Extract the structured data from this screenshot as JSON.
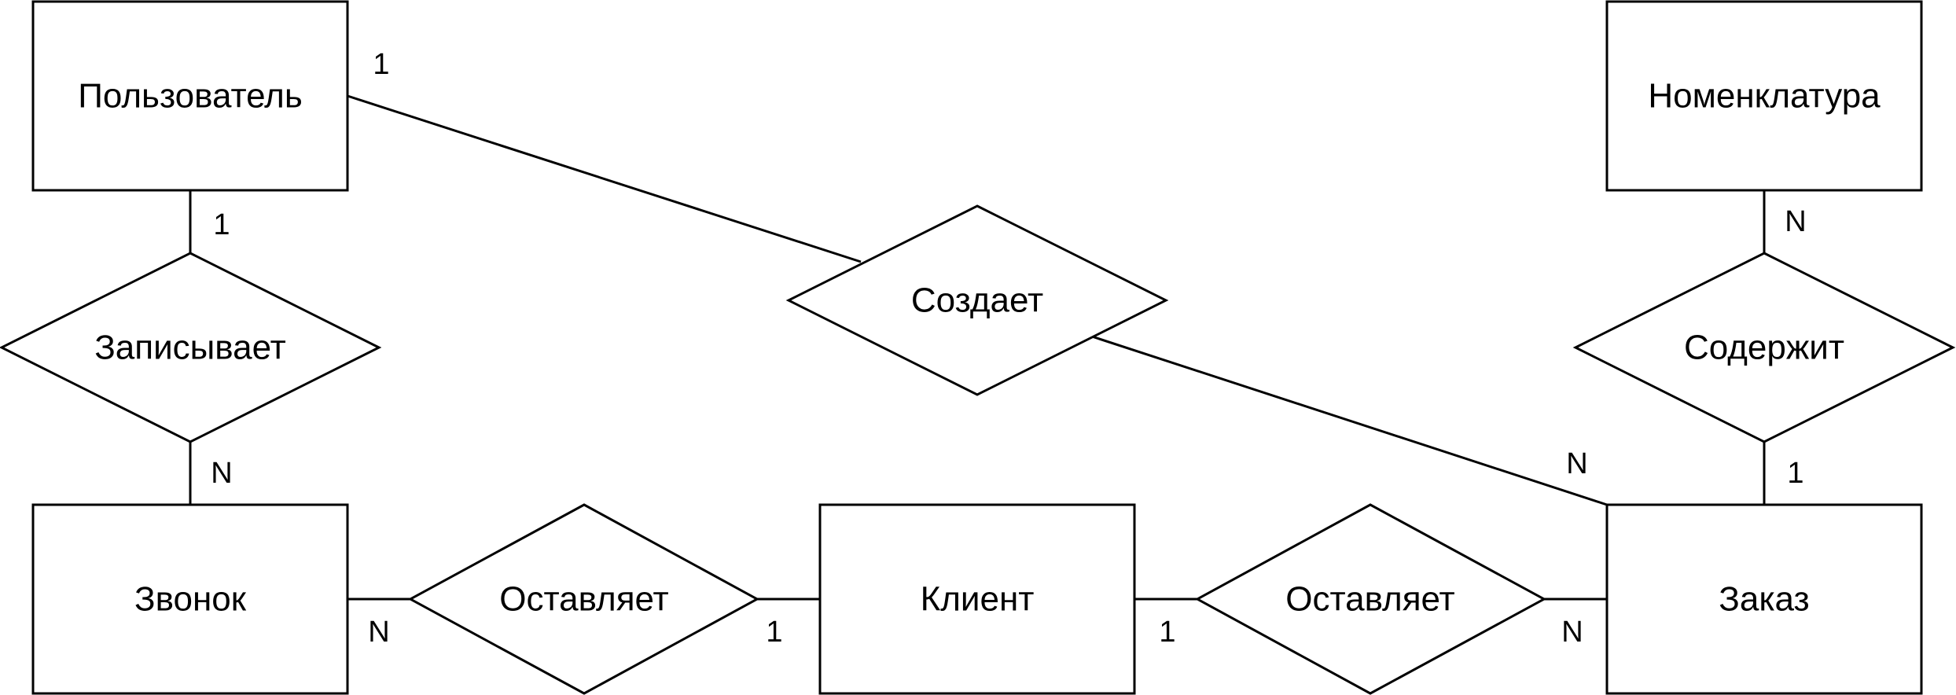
{
  "entities": {
    "user": "Пользователь",
    "nomenclature": "Номенклатура",
    "call": "Звонок",
    "client": "Клиент",
    "order": "Заказ"
  },
  "relationships": {
    "records": "Записывает",
    "creates": "Создает",
    "contains": "Содержит",
    "leaves_call": "Оставляет",
    "leaves_order": "Оставляет"
  },
  "cardinalities": {
    "user_creates": "1",
    "user_records": "1",
    "call_records": "N",
    "order_creates": "N",
    "nomenclature_contains": "N",
    "order_contains": "1",
    "call_leaves": "N",
    "client_leaves_call": "1",
    "client_leaves_order": "1",
    "order_leaves": "N"
  }
}
